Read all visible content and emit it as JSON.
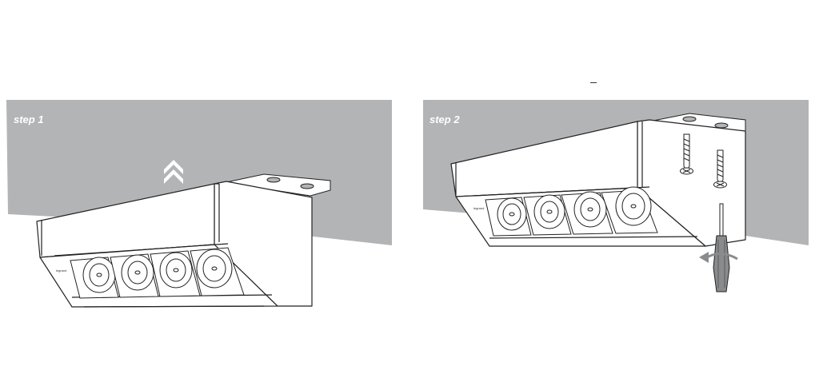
{
  "steps": [
    {
      "label": "step 1",
      "brand": "legrand"
    },
    {
      "label": "step 2",
      "brand": "legrand"
    }
  ],
  "colors": {
    "wall": "#b3b4b6",
    "outline": "#222222",
    "box": "#ffffff"
  },
  "icons": [
    "double-chevron-up-icon",
    "screw-icon",
    "screwdriver-icon",
    "rotate-arrow-icon"
  ]
}
